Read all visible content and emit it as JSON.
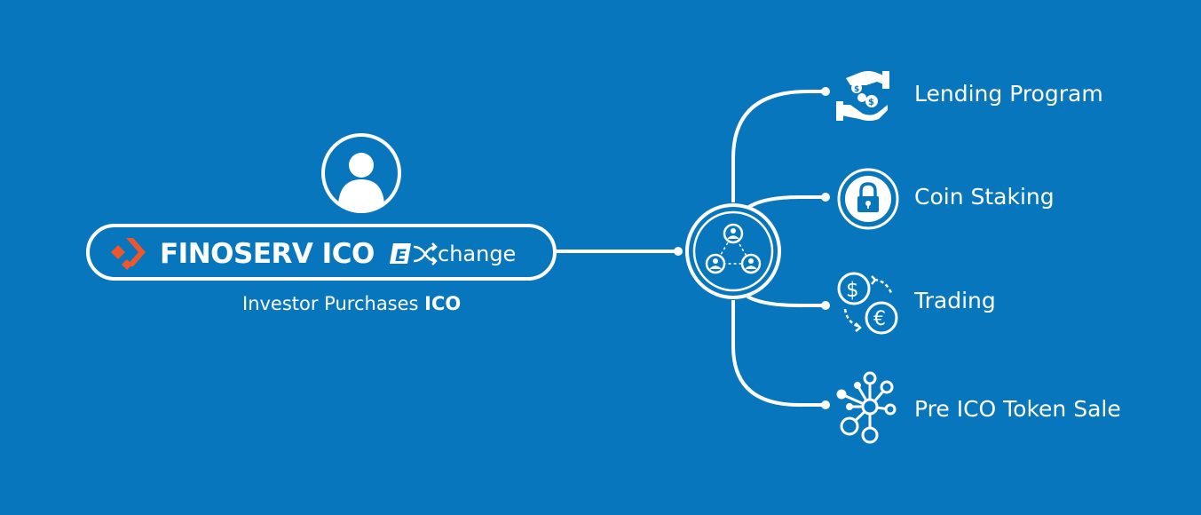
{
  "logo": {
    "brand": "FINOSERV ICO",
    "exchange_letter": "E",
    "exchange_rest": "change"
  },
  "caption": {
    "text": "Investor Purchases ",
    "bold": "ICO"
  },
  "branches": [
    {
      "label": "Lending Program",
      "icon": "hands-coins-icon"
    },
    {
      "label": "Coin Staking",
      "icon": "lock-icon"
    },
    {
      "label": "Trading",
      "icon": "currency-exchange-icon"
    },
    {
      "label": "Pre ICO Token Sale",
      "icon": "network-nodes-icon"
    }
  ],
  "colors": {
    "background": "#0776bd",
    "foreground": "#ffffff",
    "accent": "#f0562b"
  }
}
